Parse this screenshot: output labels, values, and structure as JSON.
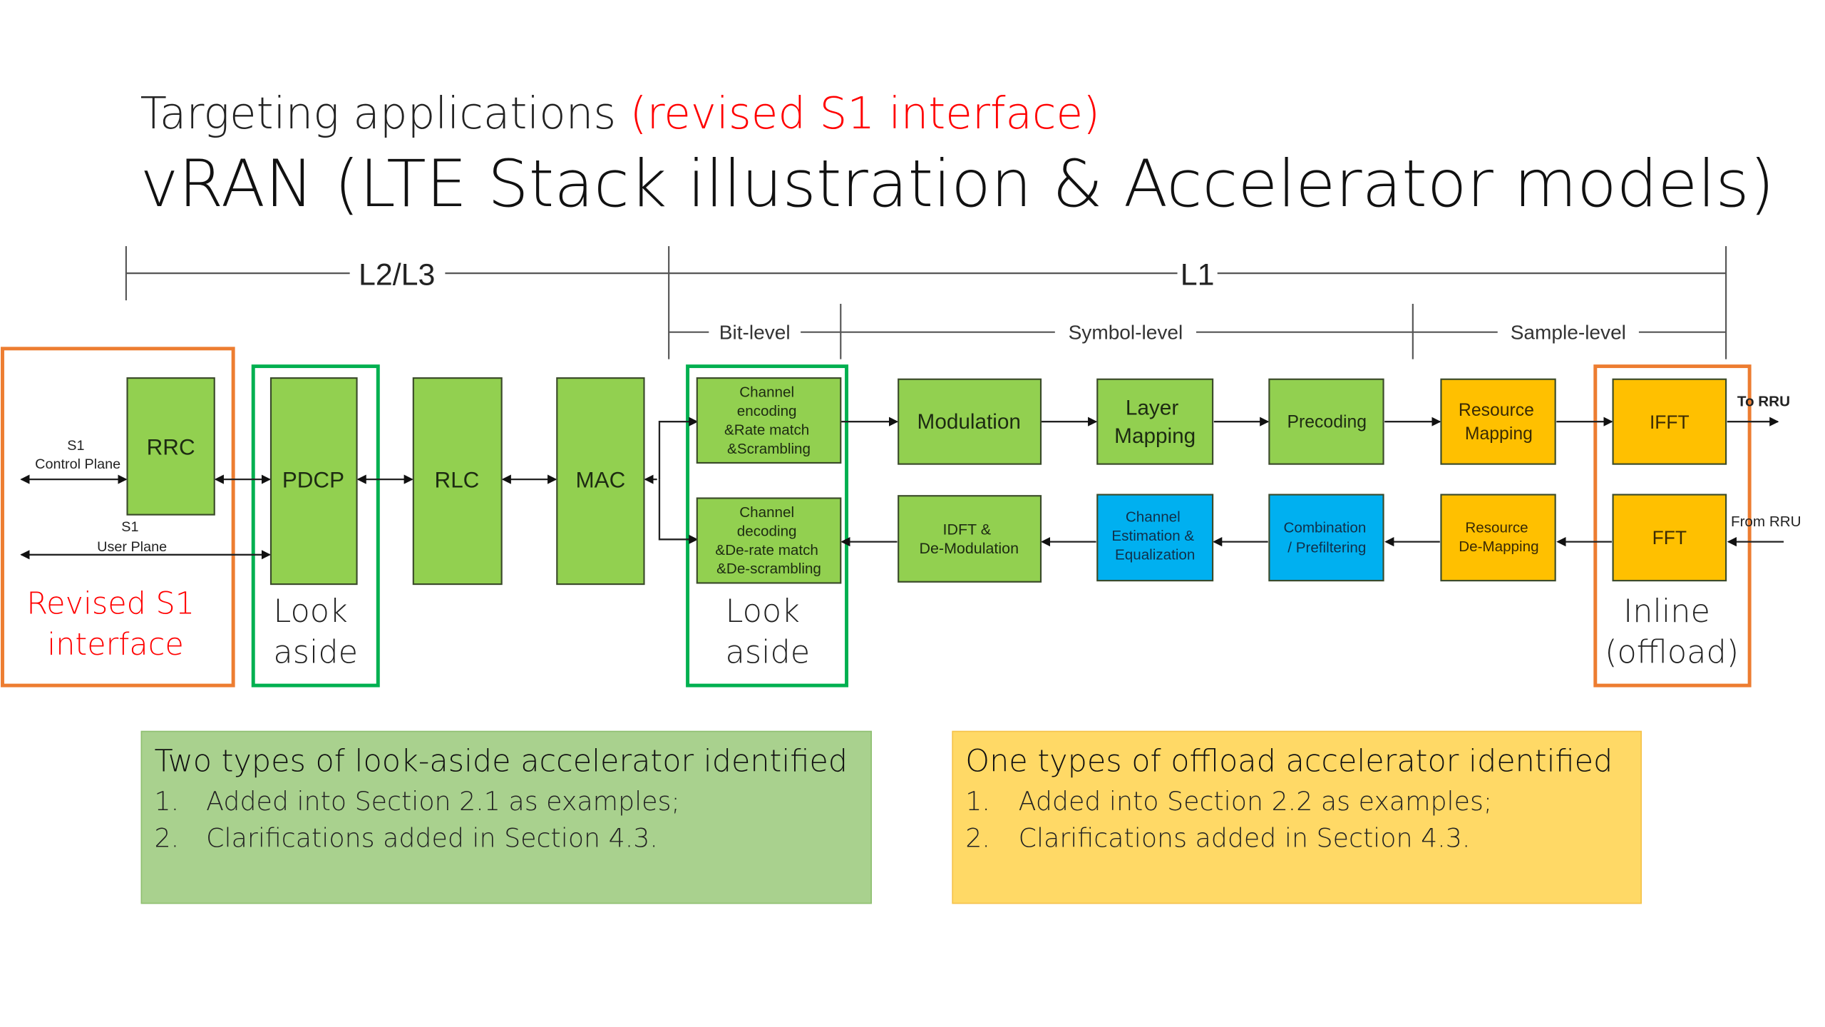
{
  "header": {
    "subtitle_prefix": "Targeting applications ",
    "subtitle_highlight": "(revised S1 interface)",
    "title": "vRAN (LTE Stack illustration & Accelerator models)"
  },
  "colors": {
    "green_block": "#92D050",
    "blue_block": "#00B0F0",
    "orange_block": "#FFC000",
    "green_frame": "#00B050",
    "orange_frame": "#ED7D31",
    "red_text": "#FF0000",
    "green_note": "#A9D18E",
    "orange_note": "#FFD966"
  },
  "layers": {
    "l2l3": "L2/L3",
    "l1": "L1",
    "bit_level": "Bit-level",
    "symbol_level": "Symbol-level",
    "sample_level": "Sample-level"
  },
  "interfaces": {
    "s1_control_1": "S1",
    "s1_control_2": "Control Plane",
    "s1_user_1": "S1",
    "s1_user_2": "User Plane",
    "to_rru": "To RRU",
    "from_rru": "From RRU"
  },
  "blocks": {
    "rrc": "RRC",
    "pdcp": "PDCP",
    "rlc": "RLC",
    "mac": "MAC",
    "chan_enc": [
      "Channel",
      "encoding",
      "&Rate match",
      "&Scrambling"
    ],
    "chan_dec": [
      "Channel",
      "decoding",
      "&De-rate match",
      "&De-scrambling"
    ],
    "modulation": "Modulation",
    "layer_mapping": [
      "Layer",
      "Mapping"
    ],
    "precoding": "Precoding",
    "resource_mapping": [
      "Resource",
      "Mapping"
    ],
    "ifft": "IFFT",
    "idft_demod": [
      "IDFT &",
      "De-Modulation"
    ],
    "chan_est": [
      "Channel",
      "Estimation &",
      "Equalization"
    ],
    "combination": [
      "Combination",
      "/ Prefiltering"
    ],
    "resource_demapping": [
      "Resource",
      "De-Mapping"
    ],
    "fft": "FFT"
  },
  "frames": {
    "revised_s1": [
      "Revised S1",
      "interface"
    ],
    "look_aside_1": [
      "Look",
      "aside"
    ],
    "look_aside_2": [
      "Look",
      "aside"
    ],
    "inline": [
      "Inline",
      "(offload)"
    ]
  },
  "notes": {
    "lookaside": {
      "heading": "Two types of look-aside accelerator identified",
      "items": [
        {
          "num": "1.",
          "text": "Added into Section 2.1 as examples;"
        },
        {
          "num": "2.",
          "text": "Clarifications added in Section 4.3."
        }
      ]
    },
    "offload": {
      "heading": "One types of offload accelerator identified",
      "items": [
        {
          "num": "1.",
          "text": "Added into Section 2.2 as examples;"
        },
        {
          "num": "2.",
          "text": "Clarifications added in Section 4.3."
        }
      ]
    }
  }
}
